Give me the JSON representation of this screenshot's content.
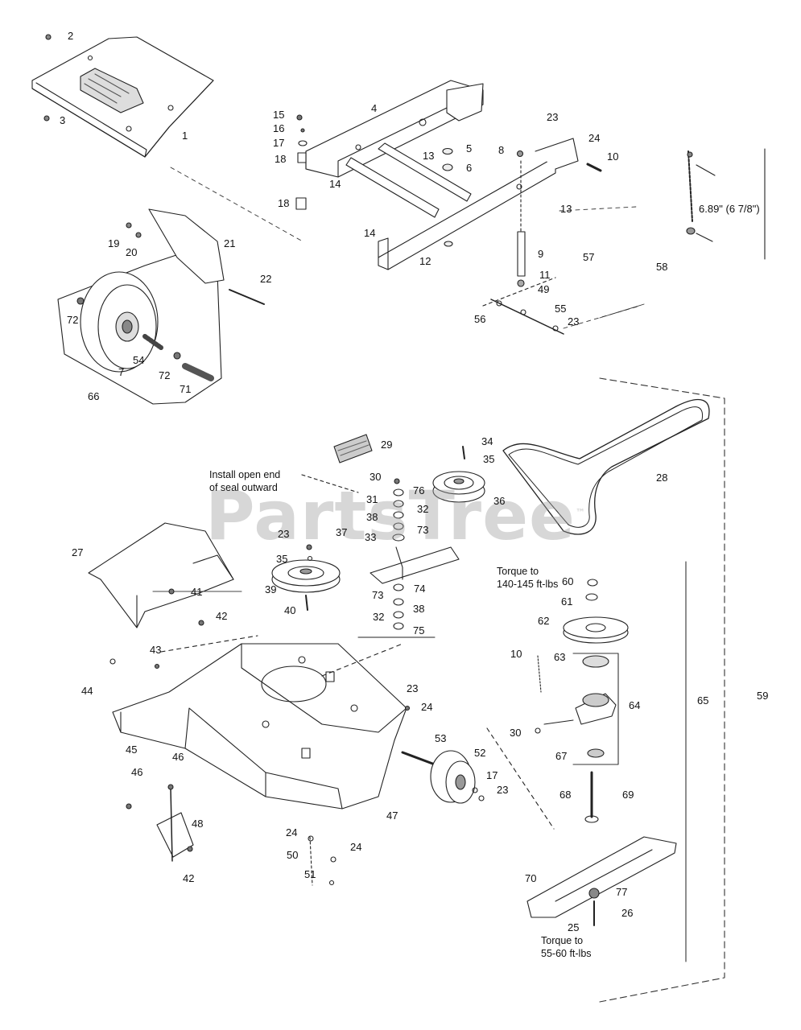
{
  "watermark": {
    "text": "PartsTree",
    "trademark": "™"
  },
  "dimension": {
    "text": "6.89\" (6 7/8\")"
  },
  "notes": {
    "seal_line1": "Install open end",
    "seal_line2": "of seal outward",
    "torque_top_line1": "Torque to",
    "torque_top_line2": "140-145 ft-lbs",
    "torque_bottom_line1": "Torque to",
    "torque_bottom_line2": "55-60 ft-lbs"
  },
  "callouts": [
    {
      "text": "2"
    },
    {
      "text": "3"
    },
    {
      "text": "1"
    },
    {
      "text": "15"
    },
    {
      "text": "16"
    },
    {
      "text": "17"
    },
    {
      "text": "18"
    },
    {
      "text": "4"
    },
    {
      "text": "14"
    },
    {
      "text": "18"
    },
    {
      "text": "13"
    },
    {
      "text": "5"
    },
    {
      "text": "6"
    },
    {
      "text": "8"
    },
    {
      "text": "23"
    },
    {
      "text": "24"
    },
    {
      "text": "10"
    },
    {
      "text": "13"
    },
    {
      "text": "14"
    },
    {
      "text": "12"
    },
    {
      "text": "9"
    },
    {
      "text": "57"
    },
    {
      "text": "58"
    },
    {
      "text": "11"
    },
    {
      "text": "49"
    },
    {
      "text": "56"
    },
    {
      "text": "55"
    },
    {
      "text": "23"
    },
    {
      "text": "19"
    },
    {
      "text": "20"
    },
    {
      "text": "21"
    },
    {
      "text": "22"
    },
    {
      "text": "72"
    },
    {
      "text": "54"
    },
    {
      "text": "7"
    },
    {
      "text": "72"
    },
    {
      "text": "71"
    },
    {
      "text": "66"
    },
    {
      "text": "29"
    },
    {
      "text": "34"
    },
    {
      "text": "35"
    },
    {
      "text": "28"
    },
    {
      "text": "30"
    },
    {
      "text": "31"
    },
    {
      "text": "76"
    },
    {
      "text": "32"
    },
    {
      "text": "36"
    },
    {
      "text": "38"
    },
    {
      "text": "73"
    },
    {
      "text": "37"
    },
    {
      "text": "33"
    },
    {
      "text": "23"
    },
    {
      "text": "35"
    },
    {
      "text": "27"
    },
    {
      "text": "41"
    },
    {
      "text": "39"
    },
    {
      "text": "40"
    },
    {
      "text": "74"
    },
    {
      "text": "73"
    },
    {
      "text": "38"
    },
    {
      "text": "32"
    },
    {
      "text": "75"
    },
    {
      "text": "42"
    },
    {
      "text": "60"
    },
    {
      "text": "61"
    },
    {
      "text": "62"
    },
    {
      "text": "10"
    },
    {
      "text": "63"
    },
    {
      "text": "64"
    },
    {
      "text": "65"
    },
    {
      "text": "59"
    },
    {
      "text": "30"
    },
    {
      "text": "67"
    },
    {
      "text": "43"
    },
    {
      "text": "44"
    },
    {
      "text": "23"
    },
    {
      "text": "24"
    },
    {
      "text": "45"
    },
    {
      "text": "46"
    },
    {
      "text": "53"
    },
    {
      "text": "52"
    },
    {
      "text": "17"
    },
    {
      "text": "23"
    },
    {
      "text": "47"
    },
    {
      "text": "46"
    },
    {
      "text": "48"
    },
    {
      "text": "42"
    },
    {
      "text": "24"
    },
    {
      "text": "50"
    },
    {
      "text": "24"
    },
    {
      "text": "51"
    },
    {
      "text": "68"
    },
    {
      "text": "69"
    },
    {
      "text": "70"
    },
    {
      "text": "77"
    },
    {
      "text": "26"
    },
    {
      "text": "25"
    }
  ]
}
